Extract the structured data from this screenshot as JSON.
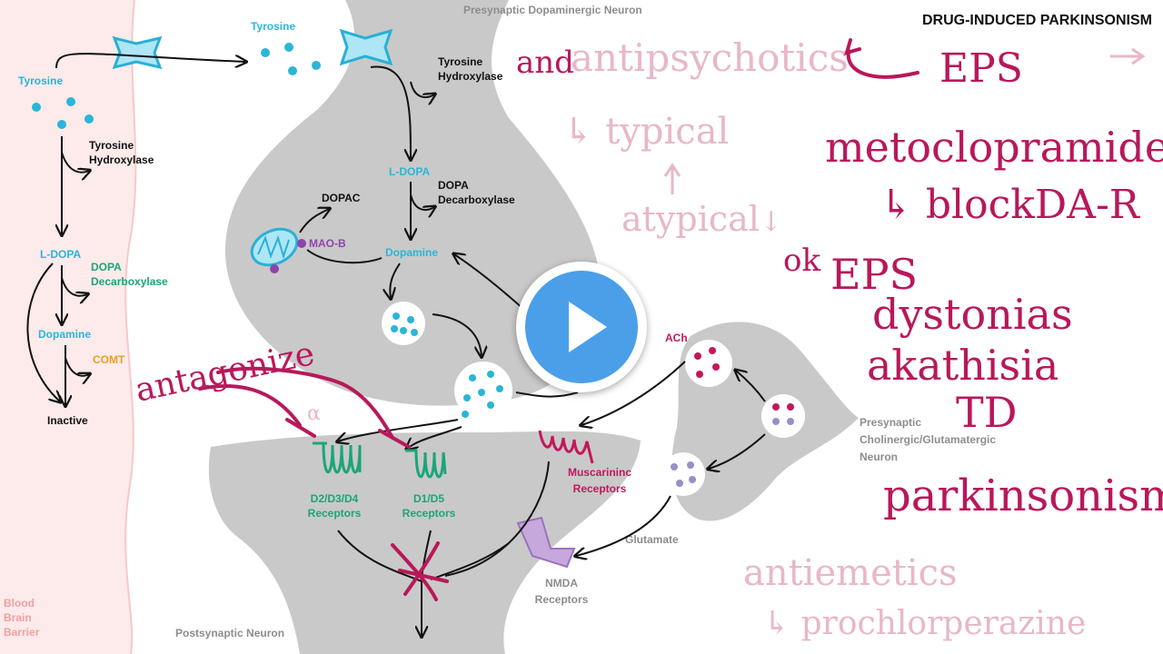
{
  "title": "DRUG-INDUCED PARKINSONISM",
  "neurons": {
    "presynaptic_dopaminergic": "Presynaptic Dopaminergic Neuron",
    "presynaptic_cholinergic": [
      "Presynaptic",
      "Cholinergic/Glutamatergic",
      "Neuron"
    ],
    "postsynaptic": "Postsynaptic Neuron"
  },
  "barrier": [
    "Blood",
    "Brain",
    "Barrier"
  ],
  "left_pathway": {
    "tyrosine": "Tyrosine",
    "enzyme1": [
      "Tyrosine",
      "Hydroxylase"
    ],
    "ldopa": "L-DOPA",
    "enzyme2": [
      "DOPA",
      "Decarboxylase"
    ],
    "dopamine": "Dopamine",
    "comt": "COMT",
    "inactive": "Inactive"
  },
  "neuron_pathway": {
    "tyrosine": "Tyrosine",
    "enzyme1": [
      "Tyrosine",
      "Hydroxylase"
    ],
    "ldopa": "L-DOPA",
    "enzyme2": [
      "DOPA",
      "Decarboxylase"
    ],
    "dopamine": "Dopamine",
    "dopac": "DOPAC",
    "maob": "MAO-B"
  },
  "receptors": {
    "d2": [
      "D2/D3/D4",
      "Receptors"
    ],
    "d1": [
      "D1/D5",
      "Receptors"
    ],
    "muscarinic": [
      "Muscarininc",
      "Receptors"
    ],
    "nmda": [
      "NMDA",
      "Receptors"
    ]
  },
  "transmitters": {
    "ach": "ACh",
    "glutamate": "Glutamate"
  },
  "handwriting": {
    "antagonize": "antagonize",
    "and": "and",
    "antipsychotics": "antipsychotics",
    "typical": "↳ typical",
    "atypical": "atypical",
    "mark_left": "α",
    "mark_right": "↓",
    "eps_top": "EPS",
    "metoclopramide": "metoclopramide",
    "block": "↳ blockDA-R",
    "ok": "ok",
    "eps": "EPS",
    "dystonias": "dystonias",
    "akathisia": "akathisia",
    "td": "TD",
    "parkinsonism": "parkinsonism",
    "antiemetics": "antiemetics",
    "prochlorperazine": "↳ prochlorperazine"
  },
  "colors": {
    "cyan": "#29b6d8",
    "green": "#1aa57a",
    "magenta": "#c2185b",
    "pink_ink": "#b8185a",
    "faded_ink": "#e8b7c9",
    "purple": "#8e44ad",
    "orange": "#e8a020",
    "barrier": "#fdeaea"
  },
  "video": {
    "play_icon": "play-icon"
  }
}
